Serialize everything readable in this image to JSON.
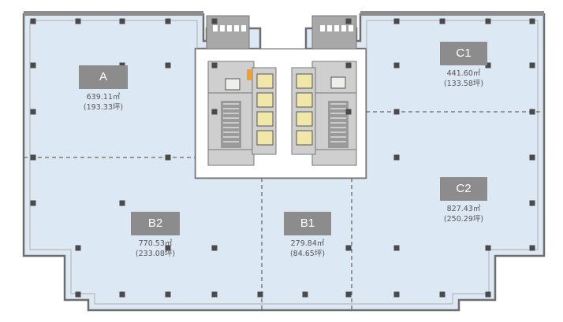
{
  "colors": {
    "floor_fill": "#dde8f5",
    "outer_wall": "#6e6e6e",
    "inner_wall": "#b9b9b9",
    "core_fill": "#ffffff",
    "column": "#4a4a4a",
    "partition": "#777777",
    "core_room": "#9a9a9a",
    "elevator": "#f0e7a8",
    "accent_orange": "#f0a030",
    "tag_bg": "#8c8c8c"
  },
  "zones": [
    {
      "id": "A",
      "label": "A",
      "area_m2": "639.11㎡",
      "area_tsubo": "(193.33坪)"
    },
    {
      "id": "B2",
      "label": "B2",
      "area_m2": "770.53㎡",
      "area_tsubo": "(233.08坪)"
    },
    {
      "id": "B1",
      "label": "B1",
      "area_m2": "279.84㎡",
      "area_tsubo": "(84.65坪)"
    },
    {
      "id": "C1",
      "label": "C1",
      "area_m2": "441.60㎡",
      "area_tsubo": "(133.58坪)"
    },
    {
      "id": "C2",
      "label": "C2",
      "area_m2": "827.43㎡",
      "area_tsubo": "(250.29坪)"
    }
  ],
  "icons": {
    "columns": "structural-column-icon",
    "elevators": "elevator-icon",
    "stairs": "stair-icon"
  }
}
